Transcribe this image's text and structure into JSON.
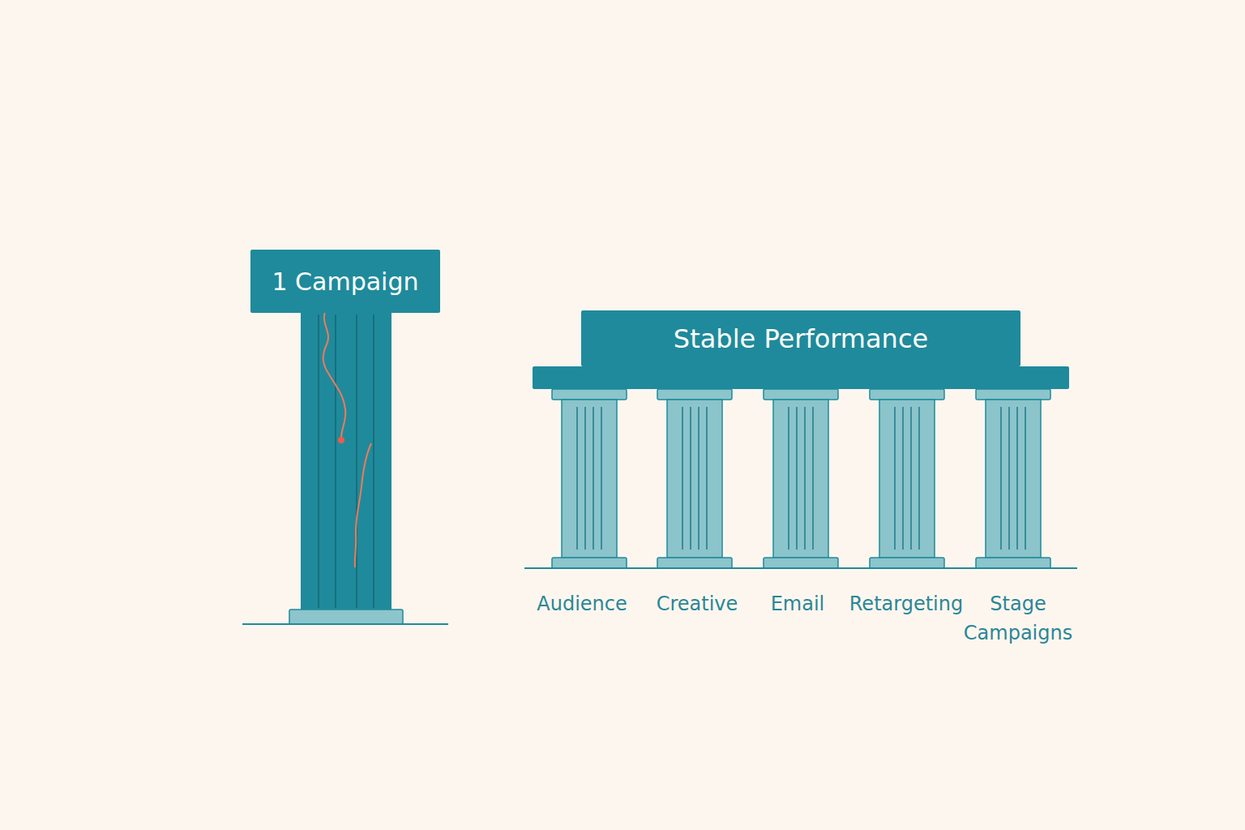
{
  "diagram": {
    "nodes": [
      {
        "text": [
          "1 Campaign"
        ]
      },
      {
        "text": [
          "Stable Performance"
        ]
      }
    ],
    "labels": [
      "Audience",
      "Creative",
      "Email",
      "Retargeting",
      "Stage Campaigns"
    ]
  }
}
